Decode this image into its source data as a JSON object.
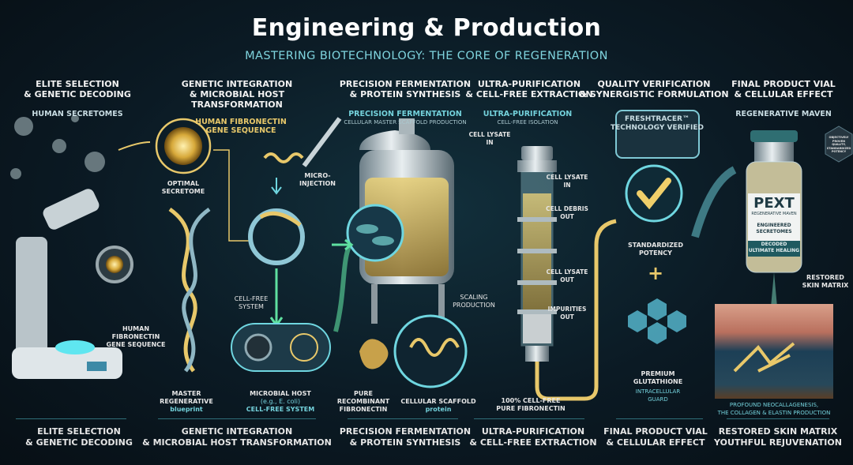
{
  "title": "Engineering & Production",
  "subtitle": "MASTERING BIOTECHNOLOGY: THE CORE OF REGENERATION",
  "columns": [
    {
      "heading": [
        "ELITE SELECTION",
        "& GENETIC DECODING"
      ],
      "subheading": "HUMAN SECRETOMES",
      "labels": {
        "optimal": [
          "OPTIMAL",
          "SECRETOME"
        ],
        "gene": [
          "HUMAN",
          "FIBRONECTIN",
          "GENE SEQUENCE"
        ],
        "master": [
          "MASTER",
          "REGENERATIVE"
        ],
        "blueprint": "blueprint"
      }
    },
    {
      "heading": [
        "GENETIC INTEGRATION",
        "& MICROBIAL HOST",
        "TRANSFORMATION"
      ],
      "subheading": [
        "HUMAN FIBRONECTIN",
        "GENE SEQUENCE"
      ],
      "labels": {
        "micro": [
          "MICRO-",
          "INJECTION"
        ],
        "cellfree": [
          "CELL-FREE",
          "SYSTEM"
        ],
        "host": "MICROBIAL HOST",
        "ecoli": "(e.g., E. coli)",
        "hostsys": "CELL-FREE SYSTEM"
      }
    },
    {
      "heading": [
        "PRECISION FERMENTATION",
        "& PROTEIN SYNTHESIS"
      ],
      "subheading": "PRECISION FERMENTATION",
      "subnote": "CELLULAR MASTER SCAFFOLD PRODUCTION",
      "labels": {
        "scaling": [
          "SCALING",
          "PRODUCTION"
        ],
        "pure": [
          "PURE",
          "RECOMBINANT",
          "FIBRONECTIN"
        ],
        "scaffold": "CELLULAR SCAFFOLD",
        "protein": "protein"
      }
    },
    {
      "heading": [
        "ULTRA-PURIFICATION",
        "& CELL-FREE EXTRACTION"
      ],
      "subheading": "ULTRA-PURIFICATION",
      "subnote": "CELL-FREE ISOLATION",
      "labels": {
        "in_top": [
          "CELL LYSATE",
          "IN"
        ],
        "in": [
          "CELL LYSATE",
          "IN"
        ],
        "debris": [
          "CELL DEBRIS",
          "OUT"
        ],
        "out": [
          "CELL LYSATE",
          "OUT"
        ],
        "impurities": [
          "IMPURITIES",
          "OUT"
        ],
        "result": [
          "100% CELL-FREE",
          "PURE FIBRONECTIN"
        ]
      }
    },
    {
      "heading": [
        "QUALITY VERIFICATION",
        "& SYNERGISTIC FORMULATION"
      ],
      "badge": [
        "FRESHTRACER™",
        "TECHNOLOGY VERIFIED"
      ],
      "labels": {
        "potency": [
          "STANDARDIZED",
          "POTENCY"
        ],
        "plus": "+",
        "glut": [
          "PREMIUM",
          "GLUTATHIONE"
        ],
        "guard": [
          "INTRACELLULAR",
          "GUARD"
        ]
      }
    },
    {
      "heading": [
        "FINAL PRODUCT VIAL",
        "& CELLULAR EFFECT"
      ],
      "subheading": "REGENERATIVE MAVEN",
      "vial": {
        "brand": "PEXT",
        "line": "REGENERATIVE MAVEN",
        "eng": [
          "ENGINEERED",
          "SECRETOMES"
        ],
        "band": [
          "DECODED",
          "ULTIMATE HEALING"
        ]
      },
      "hexbadge": [
        "OBJECTIVELY",
        "PROVEN",
        "QUALITY,",
        "STANDARDIZED",
        "POTENCY"
      ],
      "labels": {
        "restored": [
          "RESTORED",
          "SKIN MATRIX"
        ],
        "neo": [
          "PROFOUND NEOCALLAGENESIS,",
          "THE COLLAGEN & ELASTIN PRODUCTION"
        ]
      }
    }
  ],
  "footer": [
    [
      "ELITE SELECTION",
      "& GENETIC DECODING"
    ],
    [
      "GENETIC INTEGRATION",
      "& MICROBIAL HOST TRANSFORMATION"
    ],
    [
      "PRECISION FERMENTATION",
      "& PROTEIN SYNTHESIS"
    ],
    [
      "ULTRA-PURIFICATION",
      "& CELL-FREE EXTRACTION"
    ],
    [
      "FINAL PRODUCT VIAL",
      "& CELLULAR EFFECT"
    ],
    [
      "RESTORED SKIN MATRIX",
      "YOUTHFUL REJUVENATION"
    ]
  ],
  "colors": {
    "gold": "#e8c86a",
    "cyan": "#74d2dc",
    "green": "#5fe0a0",
    "bg": "#0a141c"
  }
}
